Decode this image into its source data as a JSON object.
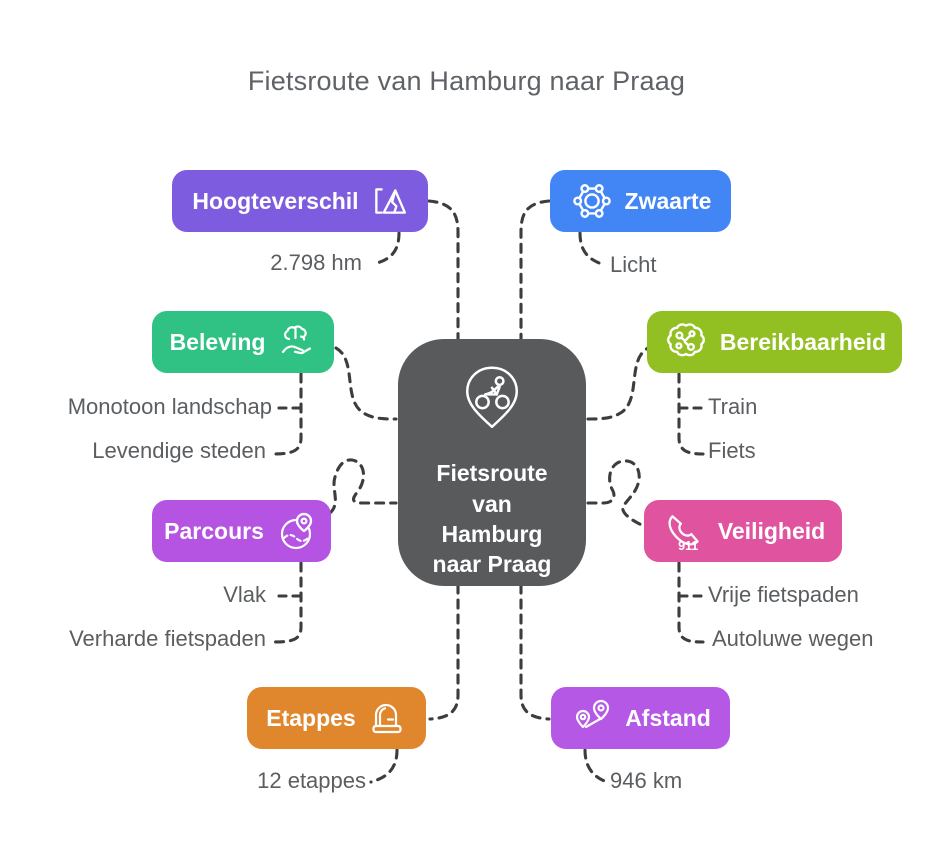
{
  "title": "Fietsroute van Hamburg naar Praag",
  "colors": {
    "connector": "#3d3d3d",
    "text": "#5f6368",
    "center_bg": "#595a5c"
  },
  "center": {
    "label": "Fietsroute van Hamburg naar Praag",
    "lines": [
      "Fietsroute",
      "van",
      "Hamburg",
      "naar Praag"
    ],
    "icon": "cyclist-pin-icon",
    "color": "#595a5c"
  },
  "nodes": [
    {
      "id": "hoogteverschil",
      "label": "Hoogteverschil",
      "color": "#7d5ce0",
      "icon": "altitude-icon",
      "children": [
        "2.798 hm"
      ]
    },
    {
      "id": "zwaarte",
      "label": "Zwaarte",
      "color": "#4285f4",
      "icon": "gear-icon",
      "children": [
        "Licht"
      ]
    },
    {
      "id": "beleving",
      "label": "Beleving",
      "color": "#30c184",
      "icon": "brain-hand-icon",
      "children": [
        "Monotoon landschap",
        "Levendige steden"
      ]
    },
    {
      "id": "bereikbaarheid",
      "label": "Bereikbaarheid",
      "color": "#92c022",
      "icon": "brain-network-icon",
      "children": [
        "Train",
        "Fiets"
      ]
    },
    {
      "id": "parcours",
      "label": "Parcours",
      "color": "#b553e2",
      "icon": "route-pin-icon",
      "children": [
        "Vlak",
        "Verharde fietspaden"
      ]
    },
    {
      "id": "veiligheid",
      "label": "Veiligheid",
      "color": "#e0539f",
      "icon": "phone-911-icon",
      "children": [
        "Vrije fietspaden",
        "Autoluwe wegen"
      ]
    },
    {
      "id": "etappes",
      "label": "Etappes",
      "color": "#e0872e",
      "icon": "gate-icon",
      "children": [
        "12 etappes"
      ]
    },
    {
      "id": "afstand",
      "label": "Afstand",
      "color": "#b658e6",
      "icon": "distance-pins-icon",
      "children": [
        "946 km"
      ]
    }
  ],
  "phone_icon_text": "911"
}
